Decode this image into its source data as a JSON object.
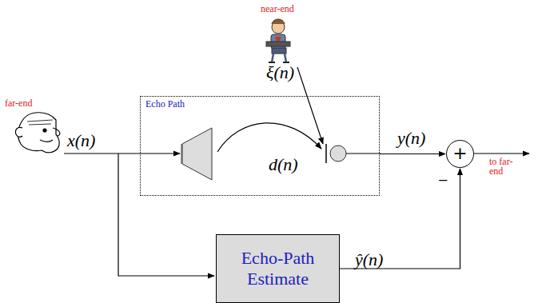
{
  "diagram": {
    "nodes": [
      {
        "text": [
          "Echo Path"
        ]
      },
      {
        "text": [
          "+"
        ]
      },
      {
        "text": [
          "Echo-Path Estimate"
        ]
      }
    ],
    "edges": [
      {
        "from": 0,
        "to": 1,
        "arrow": "to",
        "label": "y(n)"
      },
      {
        "from": 2,
        "to": 1,
        "arrow": "to",
        "label": "ŷ(n)"
      }
    ],
    "labels": [
      "far-end",
      "x(n)",
      "near-end",
      "ξ(n)",
      "d(n)",
      "−",
      "to far-end"
    ]
  }
}
